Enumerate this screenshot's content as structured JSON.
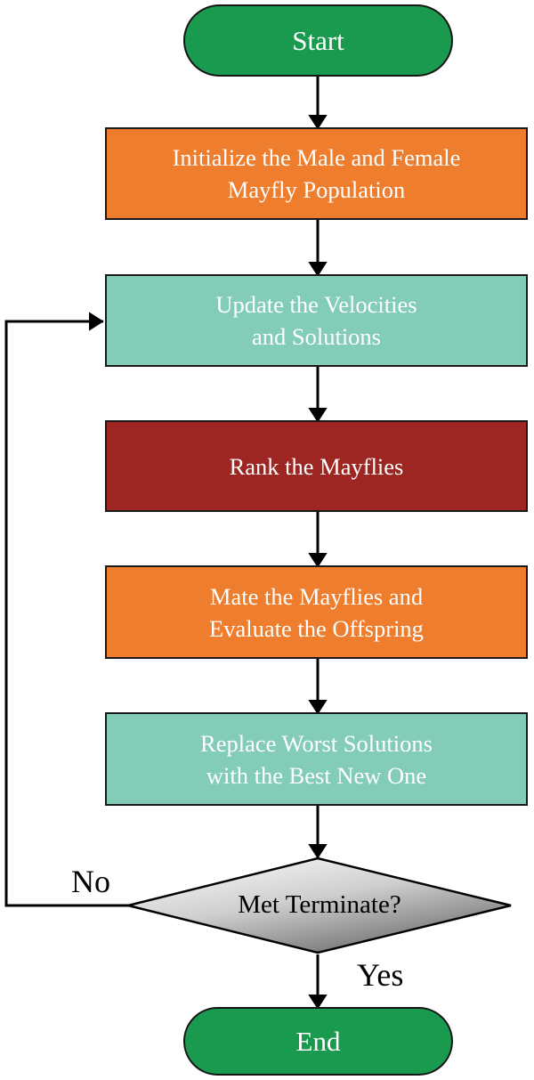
{
  "diagram": {
    "type": "flowchart",
    "nodes": [
      {
        "id": "start",
        "shape": "terminator",
        "fill": "#1a9a4f",
        "text_color": "#ffffff",
        "label": "Start",
        "label_lines": [
          "Start"
        ]
      },
      {
        "id": "init-population",
        "shape": "process",
        "fill": "#ee7d2d",
        "text_color": "#ffffff",
        "label": "Initialize the Male and Female Mayfly Population",
        "label_lines": [
          "Initialize the Male and Female",
          "Mayfly Population"
        ]
      },
      {
        "id": "update-velocities",
        "shape": "process",
        "fill": "#82ccb8",
        "text_color": "#ffffff",
        "label": "Update the Velocities and Solutions",
        "label_lines": [
          "Update the Velocities",
          "and Solutions"
        ]
      },
      {
        "id": "rank-mayflies",
        "shape": "process",
        "fill": "#9e2622",
        "text_color": "#ffffff",
        "label": "Rank the Mayflies",
        "label_lines": [
          "Rank the Mayflies"
        ]
      },
      {
        "id": "mate-mayflies",
        "shape": "process",
        "fill": "#ee7d2d",
        "text_color": "#ffffff",
        "label": "Mate the Mayflies and Evaluate the Offspring",
        "label_lines": [
          "Mate the Mayflies and",
          "Evaluate the Offspring"
        ]
      },
      {
        "id": "replace-worst",
        "shape": "process",
        "fill": "#82ccb8",
        "text_color": "#ffffff",
        "label": "Replace Worst Solutions with the Best New One",
        "label_lines": [
          "Replace Worst Solutions",
          "with the Best New One"
        ]
      },
      {
        "id": "met-terminate",
        "shape": "decision",
        "fill_gradient": [
          "#ffffff",
          "#cfcfcf",
          "#6e6e6e"
        ],
        "text_color": "#000000",
        "label": "Met Terminate?",
        "label_lines": [
          "Met Terminate?"
        ]
      },
      {
        "id": "end",
        "shape": "terminator",
        "fill": "#1a9a4f",
        "text_color": "#ffffff",
        "label": "End",
        "label_lines": [
          "End"
        ]
      }
    ],
    "edges": [
      {
        "from": "start",
        "to": "init-population",
        "label": ""
      },
      {
        "from": "init-population",
        "to": "update-velocities",
        "label": ""
      },
      {
        "from": "update-velocities",
        "to": "rank-mayflies",
        "label": ""
      },
      {
        "from": "rank-mayflies",
        "to": "mate-mayflies",
        "label": ""
      },
      {
        "from": "mate-mayflies",
        "to": "replace-worst",
        "label": ""
      },
      {
        "from": "replace-worst",
        "to": "met-terminate",
        "label": ""
      },
      {
        "from": "met-terminate",
        "to": "end",
        "label": "Yes"
      },
      {
        "from": "met-terminate",
        "to": "update-velocities",
        "label": "No"
      }
    ],
    "connector_color": "#000000"
  }
}
